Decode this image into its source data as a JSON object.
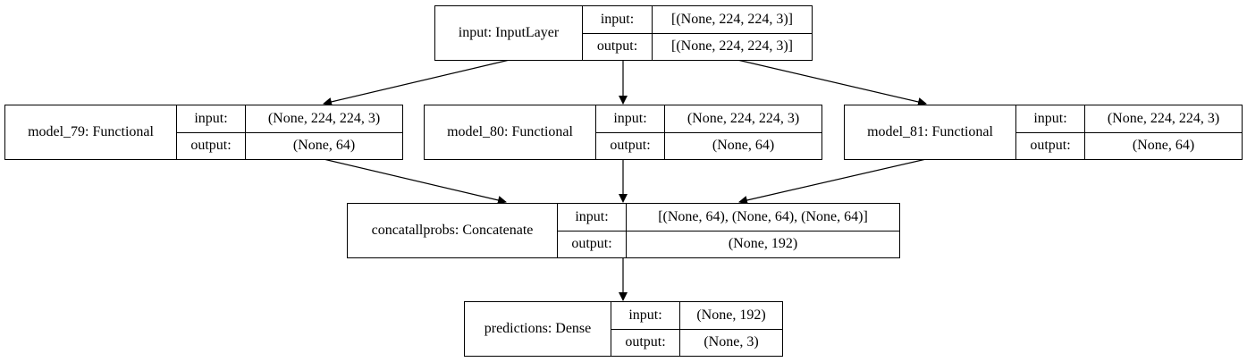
{
  "nodes": {
    "input": {
      "name": "input: InputLayer",
      "in_label": "input:",
      "out_label": "output:",
      "in_value": "[(None, 224, 224, 3)]",
      "out_value": "[(None, 224, 224, 3)]"
    },
    "m79": {
      "name": "model_79: Functional",
      "in_label": "input:",
      "out_label": "output:",
      "in_value": "(None, 224, 224, 3)",
      "out_value": "(None, 64)"
    },
    "m80": {
      "name": "model_80: Functional",
      "in_label": "input:",
      "out_label": "output:",
      "in_value": "(None, 224, 224, 3)",
      "out_value": "(None, 64)"
    },
    "m81": {
      "name": "model_81: Functional",
      "in_label": "input:",
      "out_label": "output:",
      "in_value": "(None, 224, 224, 3)",
      "out_value": "(None, 64)"
    },
    "concat": {
      "name": "concatallprobs: Concatenate",
      "in_label": "input:",
      "out_label": "output:",
      "in_value": "[(None, 64), (None, 64), (None, 64)]",
      "out_value": "(None, 192)"
    },
    "pred": {
      "name": "predictions: Dense",
      "in_label": "input:",
      "out_label": "output:",
      "in_value": "(None, 192)",
      "out_value": "(None, 3)"
    }
  }
}
